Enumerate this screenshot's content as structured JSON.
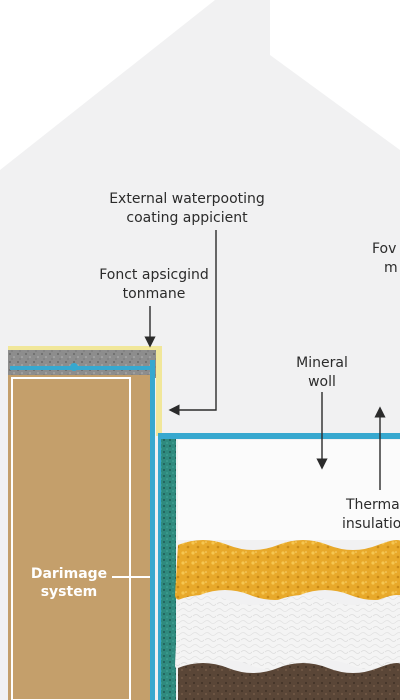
{
  "labels": {
    "waterproofing": [
      "External waterpooting",
      "coating appicient"
    ],
    "fonct": [
      "Fonct apsicgind",
      "tonmane"
    ],
    "fov": [
      "Fov",
      "m"
    ],
    "mineral": [
      "Mineral",
      "woll"
    ],
    "thermal": [
      "Therma",
      "insulatio"
    ],
    "drainage": [
      "Darimage",
      "system"
    ]
  },
  "colors": {
    "sky": "#f1f1f2",
    "wall": "#c49f6b",
    "cap": "#8b8b8b",
    "yellow_trim": "#f1e79a",
    "blue_membrane": "#37a8cf",
    "gold_layer": "#e8a92a",
    "white_layer": "#f3f3f3",
    "soil": "#5a4637"
  }
}
